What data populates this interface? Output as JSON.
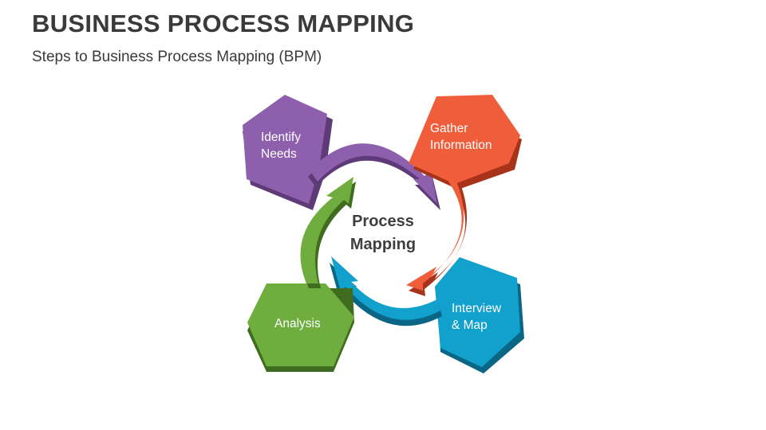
{
  "slide": {
    "title": "BUSINESS PROCESS MAPPING",
    "subtitle": "Steps to Business Process Mapping (BPM)"
  },
  "diagram": {
    "center": {
      "line1": "Process",
      "line2": "Mapping"
    },
    "steps": [
      {
        "line1": "Identify",
        "line2": "Needs",
        "color": "#8e5fad",
        "shade": "#5e3a78"
      },
      {
        "line1": "Gather",
        "line2": "Information",
        "color": "#ef5d3b",
        "shade": "#a8321a"
      },
      {
        "line1": "Interview",
        "line2": "& Map",
        "color": "#12a0cd",
        "shade": "#0b6585"
      },
      {
        "line1": "Analysis",
        "color": "#6fad3f",
        "shade": "#3f6c1f"
      }
    ]
  }
}
